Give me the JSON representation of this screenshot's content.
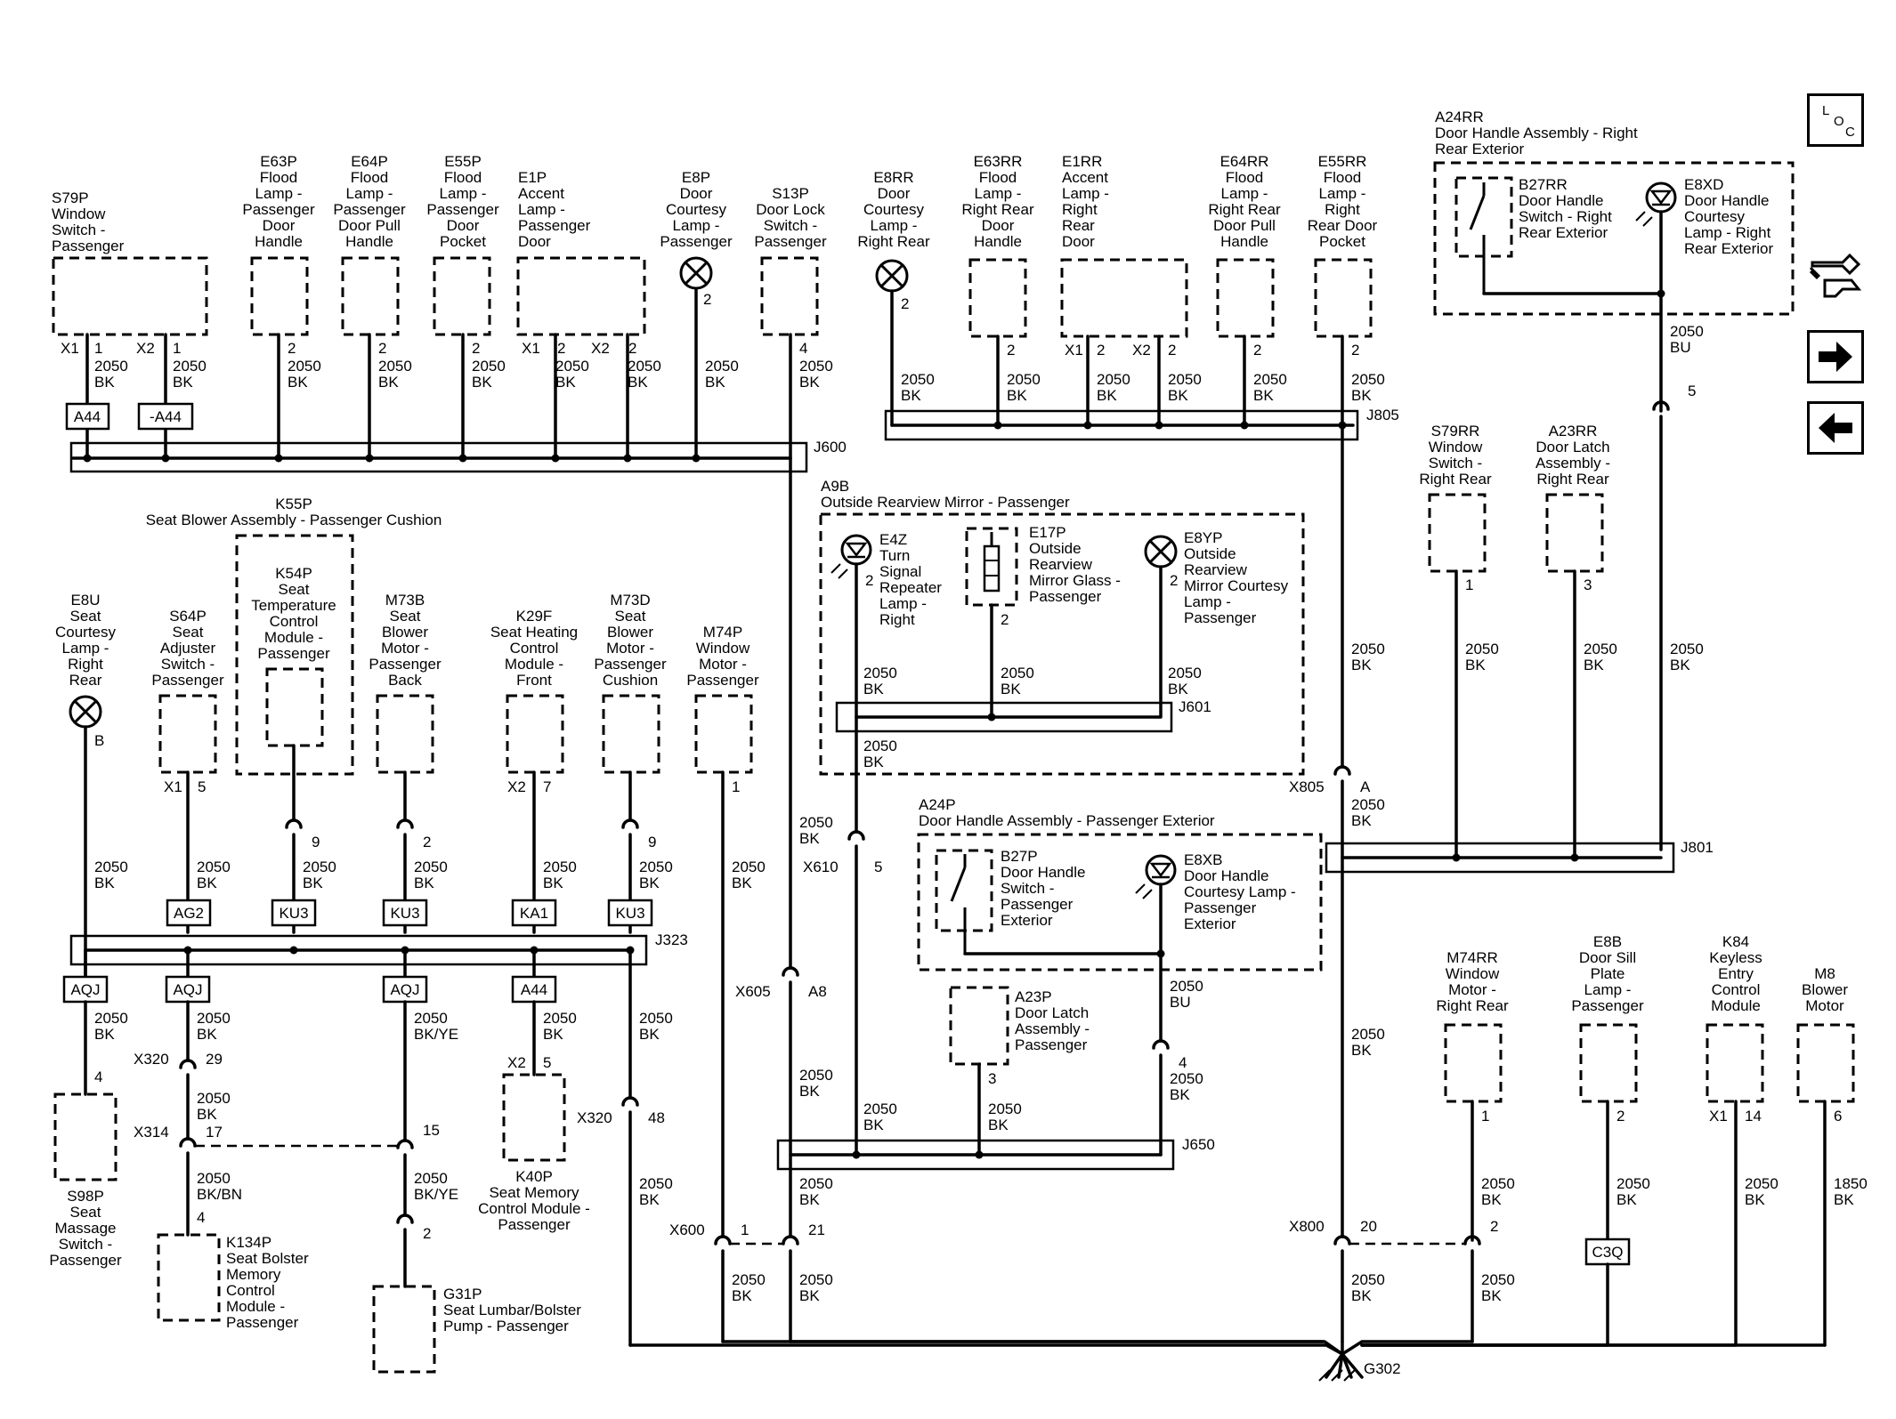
{
  "components": {
    "s79p": [
      "S79P",
      "Window",
      "Switch -",
      "Passenger"
    ],
    "e63p": [
      "E63P",
      "Flood",
      "Lamp -",
      "Passenger",
      "Door",
      "Handle"
    ],
    "e64p": [
      "E64P",
      "Flood",
      "Lamp -",
      "Passenger",
      "Door Pull",
      "Handle"
    ],
    "e55p": [
      "E55P",
      "Flood",
      "Lamp -",
      "Passenger",
      "Door",
      "Pocket"
    ],
    "e1p": [
      "E1P",
      "Accent",
      "Lamp -",
      "Passenger",
      "Door"
    ],
    "e8p": [
      "E8P",
      "Door",
      "Courtesy",
      "Lamp -",
      "Passenger"
    ],
    "s13p": [
      "S13P",
      "Door Lock",
      "Switch -",
      "Passenger"
    ],
    "e8rr": [
      "E8RR",
      "Door",
      "Courtesy",
      "Lamp -",
      "Right Rear"
    ],
    "e63rr": [
      "E63RR",
      "Flood",
      "Lamp -",
      "Right Rear",
      "Door",
      "Handle"
    ],
    "e1rr": [
      "E1RR",
      "Accent",
      "Lamp -",
      "Right",
      "Rear",
      "Door"
    ],
    "e64rr": [
      "E64RR",
      "Flood",
      "Lamp -",
      "Right Rear",
      "Door Pull",
      "Handle"
    ],
    "e55rr": [
      "E55RR",
      "Flood",
      "Lamp -",
      "Right",
      "Rear Door",
      "Pocket"
    ],
    "a24rr": [
      "A24RR",
      "Door Handle Assembly - Right",
      "Rear Exterior"
    ],
    "b27rr": [
      "B27RR",
      "Door Handle",
      "Switch - Right",
      "Rear Exterior"
    ],
    "e8xd": [
      "E8XD",
      "Door Handle",
      "Courtesy",
      "Lamp - Right",
      "Rear Exterior"
    ],
    "k55p": [
      "K55P",
      "Seat Blower Assembly - Passenger Cushion"
    ],
    "k54p": [
      "K54P",
      "Seat",
      "Temperature",
      "Control",
      "Module -",
      "Passenger"
    ],
    "e8u": [
      "E8U",
      "Seat",
      "Courtesy",
      "Lamp -",
      "Right",
      "Rear"
    ],
    "s64p": [
      "S64P",
      "Seat",
      "Adjuster",
      "Switch -",
      "Passenger"
    ],
    "m73b": [
      "M73B",
      "Seat",
      "Blower",
      "Motor -",
      "Passenger",
      "Back"
    ],
    "k29f": [
      "K29F",
      "Seat Heating",
      "Control",
      "Module -",
      "Front"
    ],
    "m73d": [
      "M73D",
      "Seat",
      "Blower",
      "Motor -",
      "Passenger",
      "Cushion"
    ],
    "m74p": [
      "M74P",
      "Window",
      "Motor -",
      "Passenger"
    ],
    "a9b": [
      "A9B",
      "Outside Rearview Mirror - Passenger"
    ],
    "e4z": [
      "E4Z",
      "Turn",
      "Signal",
      "Repeater",
      "Lamp -",
      "Right"
    ],
    "e17p": [
      "E17P",
      "Outside",
      "Rearview",
      "Mirror Glass -",
      "Passenger"
    ],
    "e8yp": [
      "E8YP",
      "Outside",
      "Rearview",
      "Mirror Courtesy",
      "Lamp -",
      "Passenger"
    ],
    "s79rr": [
      "S79RR",
      "Window",
      "Switch -",
      "Right Rear"
    ],
    "a23rr": [
      "A23RR",
      "Door Latch",
      "Assembly -",
      "Right Rear"
    ],
    "a24p": [
      "A24P",
      "Door Handle Assembly - Passenger Exterior"
    ],
    "b27p": [
      "B27P",
      "Door Handle",
      "Switch -",
      "Passenger",
      "Exterior"
    ],
    "e8xb": [
      "E8XB",
      "Door Handle",
      "Courtesy Lamp -",
      "Passenger",
      "Exterior"
    ],
    "a23p": [
      "A23P",
      "Door Latch",
      "Assembly -",
      "Passenger"
    ],
    "m74rr": [
      "M74RR",
      "Window",
      "Motor -",
      "Right Rear"
    ],
    "e8b": [
      "E8B",
      "Door Sill",
      "Plate",
      "Lamp -",
      "Passenger"
    ],
    "k84": [
      "K84",
      "Keyless",
      "Entry",
      "Control",
      "Module"
    ],
    "m8": [
      "M8",
      "Blower",
      "Motor"
    ],
    "s98p": [
      "S98P",
      "Seat",
      "Massage",
      "Switch -",
      "Passenger"
    ],
    "k134p": [
      "K134P",
      "Seat Bolster",
      "Memory",
      "Control",
      "Module -",
      "Passenger"
    ],
    "k40p": [
      "K40P",
      "Seat Memory",
      "Control Module -",
      "Passenger"
    ],
    "g31p": [
      "G31P",
      "Seat Lumbar/Bolster",
      "Pump - Passenger"
    ]
  },
  "splices": {
    "j600": "J600",
    "j805": "J805",
    "j601": "J601",
    "j323": "J323",
    "j801": "J801",
    "j650": "J650",
    "ground": "G302"
  },
  "connectors": {
    "x805": "X805",
    "x610": "X610",
    "x605": "X605",
    "x320a": "X320",
    "x314": "X314",
    "x320b": "X320",
    "x600": "X600",
    "x800": "X800",
    "x1": "X1",
    "x2": "X2"
  },
  "flags": {
    "a44a": "A44",
    "a44b": "-A44",
    "ag2": "AG2",
    "ku3a": "KU3",
    "ku3b": "KU3",
    "ka1": "KA1",
    "ku3c": "KU3",
    "aqja": "AQJ",
    "aqjb": "AQJ",
    "aqjc": "AQJ",
    "a44c": "A44",
    "c3q": "C3Q"
  },
  "wires": {
    "bk": [
      "2050",
      "BK"
    ],
    "bu": [
      "2050",
      "BU"
    ],
    "bkye": [
      "2050",
      "BK/YE"
    ],
    "bkbn": [
      "2050",
      "BK/BN"
    ],
    "bk1850": [
      "1850",
      "BK"
    ]
  },
  "pins": {
    "p1": "1",
    "p2": "2",
    "p3": "3",
    "p4": "4",
    "p5": "5",
    "p6": "6",
    "p7": "7",
    "p9": "9",
    "p14": "14",
    "p15": "15",
    "p17": "17",
    "p20": "20",
    "p21": "21",
    "p29": "29",
    "p48": "48",
    "pa": "A",
    "pa8": "A8",
    "pb": "B"
  },
  "nav": {
    "loc_l": "L",
    "loc_o": "O",
    "loc_c": "C",
    "icon_tools": "tools-icon",
    "icon_next": "arrow-right-icon",
    "icon_prev": "arrow-left-icon"
  }
}
